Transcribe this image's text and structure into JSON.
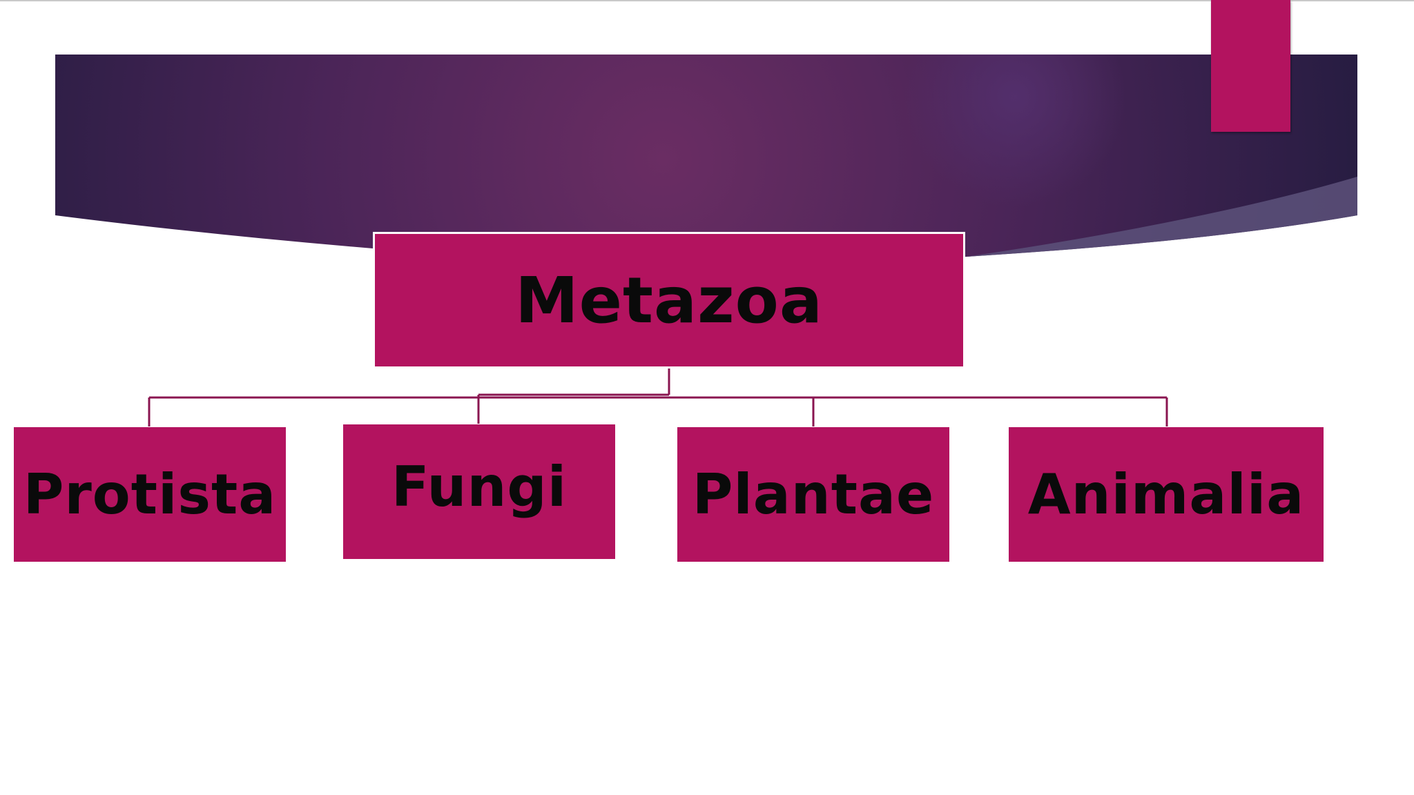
{
  "diagram": {
    "root": {
      "label": "Metazoa"
    },
    "children": [
      {
        "label": "Protista"
      },
      {
        "label": "Fungi"
      },
      {
        "label": "Plantae"
      },
      {
        "label": "Animalia"
      }
    ]
  },
  "colors": {
    "node_fill": "#b3135f",
    "node_text": "#0a0a0a",
    "connector": "#8a1550",
    "banner_dark": "#231a3f",
    "banner_light": "#6a2d63",
    "accent_tab": "#b3135f",
    "background": "#ffffff"
  }
}
